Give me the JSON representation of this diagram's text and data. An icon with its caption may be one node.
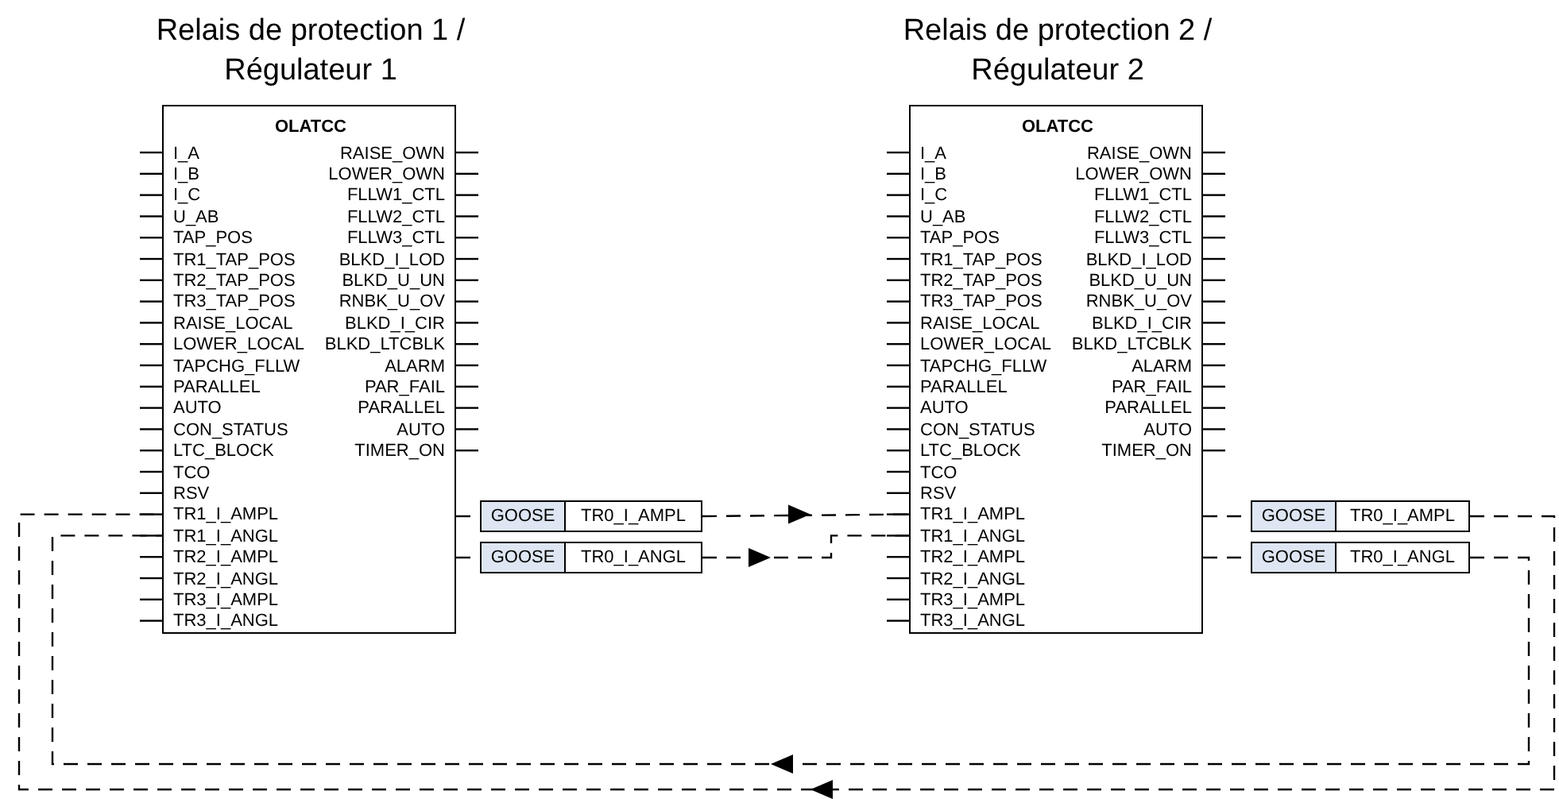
{
  "diagram": {
    "nodes": [
      {
        "text": [
          "Relais de protection 1 / Régulateur 1",
          "OLATCC",
          "I_A",
          "I_B",
          "I_C",
          "U_AB",
          "TAP_POS",
          "TR1_TAP_POS",
          "TR2_TAP_POS",
          "TR3_TAP_POS",
          "RAISE_LOCAL",
          "LOWER_LOCAL",
          "TAPCHG_FLLW",
          "PARALLEL",
          "AUTO",
          "CON_STATUS",
          "LTC_BLOCK",
          "TCO",
          "RSV",
          "TR1_I_AMPL",
          "TR1_I_ANGL",
          "TR2_I_AMPL",
          "TR2_I_ANGL",
          "TR3_I_AMPL",
          "TR3_I_ANGL",
          "RAISE_OWN",
          "LOWER_OWN",
          "FLLW1_CTL",
          "FLLW2_CTL",
          "FLLW3_CTL",
          "BLKD_I_LOD",
          "BLKD_U_UN",
          "RNBK_U_OV",
          "BLKD_I_CIR",
          "BLKD_LTCBLK",
          "ALARM",
          "PAR_FAIL",
          "PARALLEL",
          "AUTO",
          "TIMER_ON"
        ]
      },
      {
        "text": [
          "Relais de protection 2 / Régulateur 2",
          "OLATCC",
          "I_A",
          "I_B",
          "I_C",
          "U_AB",
          "TAP_POS",
          "TR1_TAP_POS",
          "TR2_TAP_POS",
          "TR3_TAP_POS",
          "RAISE_LOCAL",
          "LOWER_LOCAL",
          "TAPCHG_FLLW",
          "PARALLEL",
          "AUTO",
          "CON_STATUS",
          "LTC_BLOCK",
          "TCO",
          "RSV",
          "TR1_I_AMPL",
          "TR1_I_ANGL",
          "TR2_I_AMPL",
          "TR2_I_ANGL",
          "TR3_I_AMPL",
          "TR3_I_ANGL",
          "RAISE_OWN",
          "LOWER_OWN",
          "FLLW1_CTL",
          "FLLW2_CTL",
          "FLLW3_CTL",
          "BLKD_I_LOD",
          "BLKD_U_UN",
          "RNBK_U_OV",
          "BLKD_I_CIR",
          "BLKD_LTCBLK",
          "ALARM",
          "PAR_FAIL",
          "PARALLEL",
          "AUTO",
          "TIMER_ON"
        ]
      },
      {
        "text": [
          "GOOSE",
          "TR0_I_AMPL"
        ]
      },
      {
        "text": [
          "GOOSE",
          "TR0_I_ANGL"
        ]
      },
      {
        "text": [
          "GOOSE",
          "TR0_I_AMPL"
        ]
      },
      {
        "text": [
          "GOOSE",
          "TR0_I_ANGL"
        ]
      }
    ],
    "edges": [
      {
        "from": 0,
        "to": 2,
        "arrow": "none",
        "style": "dashed"
      },
      {
        "from": 0,
        "to": 3,
        "arrow": "none",
        "style": "dashed"
      },
      {
        "from": 2,
        "to": 1,
        "arrow": "to",
        "style": "dashed"
      },
      {
        "from": 3,
        "to": 1,
        "arrow": "to",
        "style": "dashed"
      },
      {
        "from": 1,
        "to": 4,
        "arrow": "none",
        "style": "dashed"
      },
      {
        "from": 1,
        "to": 5,
        "arrow": "none",
        "style": "dashed"
      },
      {
        "from": 4,
        "to": 0,
        "arrow": "to",
        "style": "dashed"
      },
      {
        "from": 5,
        "to": 0,
        "arrow": "to",
        "style": "dashed"
      }
    ]
  }
}
